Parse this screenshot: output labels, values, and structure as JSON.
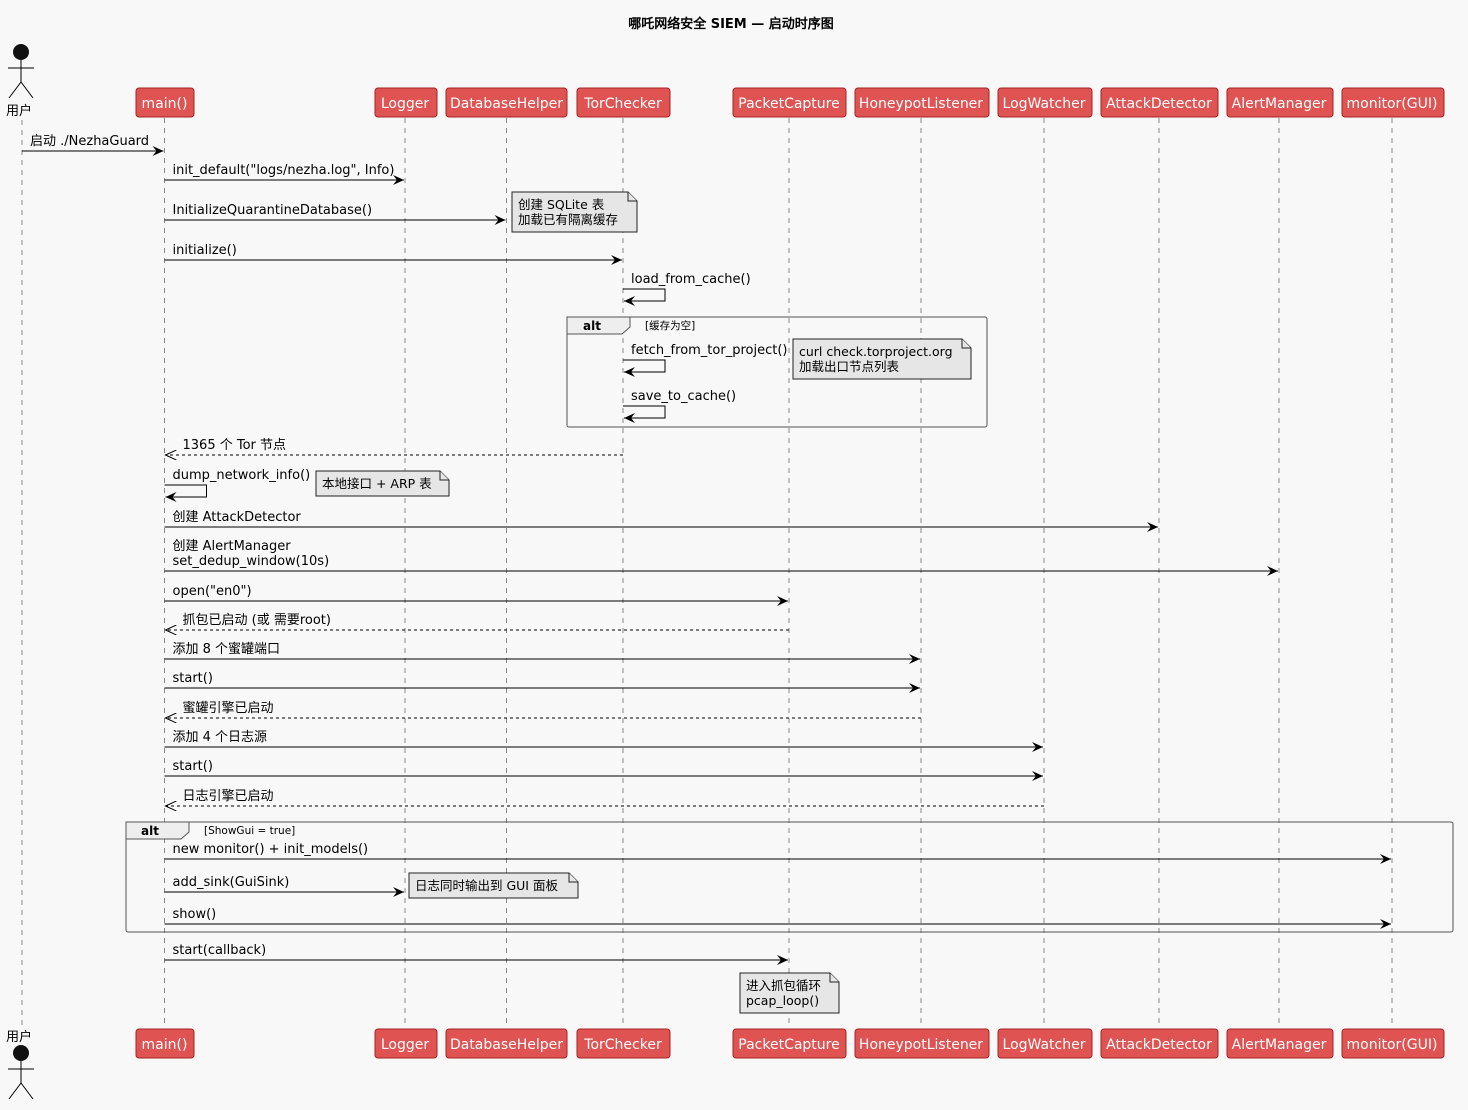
{
  "title": "哪吒网络安全 SIEM — 启动时序图",
  "actor": {
    "name": "用户"
  },
  "participants": [
    {
      "id": "main",
      "name": "main()"
    },
    {
      "id": "logger",
      "name": "Logger"
    },
    {
      "id": "db",
      "name": "DatabaseHelper"
    },
    {
      "id": "tor",
      "name": "TorChecker"
    },
    {
      "id": "pcap",
      "name": "PacketCapture"
    },
    {
      "id": "honey",
      "name": "HoneypotListener"
    },
    {
      "id": "log",
      "name": "LogWatcher"
    },
    {
      "id": "attack",
      "name": "AttackDetector"
    },
    {
      "id": "alert",
      "name": "AlertManager"
    },
    {
      "id": "gui",
      "name": "monitor(GUI)"
    }
  ],
  "messages": [
    {
      "from": "user",
      "to": "main",
      "lines": [
        "启动 ./NezhaGuard"
      ]
    },
    {
      "from": "main",
      "to": "logger",
      "lines": [
        "init_default(\"logs/nezha.log\", Info)"
      ]
    },
    {
      "from": "main",
      "to": "db",
      "lines": [
        "InitializeQuarantineDatabase()"
      ]
    },
    {
      "from": "main",
      "to": "tor",
      "lines": [
        "initialize()"
      ]
    },
    {
      "self": "tor",
      "lines": [
        "load_from_cache()"
      ]
    },
    {
      "self": "tor",
      "lines": [
        "fetch_from_tor_project()"
      ]
    },
    {
      "self": "tor",
      "lines": [
        "save_to_cache()"
      ]
    },
    {
      "from": "tor",
      "to": "main",
      "return": true,
      "lines": [
        "1365 个 Tor 节点"
      ]
    },
    {
      "self": "main",
      "lines": [
        "dump_network_info()"
      ]
    },
    {
      "from": "main",
      "to": "attack",
      "lines": [
        "创建 AttackDetector"
      ]
    },
    {
      "from": "main",
      "to": "alert",
      "lines": [
        "创建 AlertManager",
        "set_dedup_window(10s)"
      ]
    },
    {
      "from": "main",
      "to": "pcap",
      "lines": [
        "open(\"en0\")"
      ]
    },
    {
      "from": "pcap",
      "to": "main",
      "return": true,
      "lines": [
        "抓包已启动 (或 需要root)"
      ]
    },
    {
      "from": "main",
      "to": "honey",
      "lines": [
        "添加 8 个蜜罐端口"
      ]
    },
    {
      "from": "main",
      "to": "honey",
      "lines": [
        "start()"
      ]
    },
    {
      "from": "honey",
      "to": "main",
      "return": true,
      "lines": [
        "蜜罐引擎已启动"
      ]
    },
    {
      "from": "main",
      "to": "log",
      "lines": [
        "添加 4 个日志源"
      ]
    },
    {
      "from": "main",
      "to": "log",
      "lines": [
        "start()"
      ]
    },
    {
      "from": "log",
      "to": "main",
      "return": true,
      "lines": [
        "日志引擎已启动"
      ]
    },
    {
      "from": "main",
      "to": "gui",
      "lines": [
        "new monitor() + init_models()"
      ]
    },
    {
      "from": "main",
      "to": "logger",
      "lines": [
        "add_sink(GuiSink)"
      ]
    },
    {
      "from": "main",
      "to": "gui",
      "lines": [
        "show()"
      ]
    },
    {
      "from": "main",
      "to": "pcap",
      "lines": [
        "start(callback)"
      ]
    }
  ],
  "notes": [
    {
      "lines": [
        "创建 SQLite 表",
        "加载已有隔离缓存"
      ]
    },
    {
      "lines": [
        "curl check.torproject.org",
        "加载出口节点列表"
      ]
    },
    {
      "lines": [
        "本地接口 + ARP 表"
      ]
    },
    {
      "lines": [
        "日志同时输出到 GUI 面板"
      ]
    },
    {
      "lines": [
        "进入抓包循环",
        "pcap_loop()"
      ]
    }
  ],
  "fragments": [
    {
      "kind": "alt",
      "guard": "[缓存为空]"
    },
    {
      "kind": "alt",
      "guard": "[ShowGui = true]"
    }
  ]
}
